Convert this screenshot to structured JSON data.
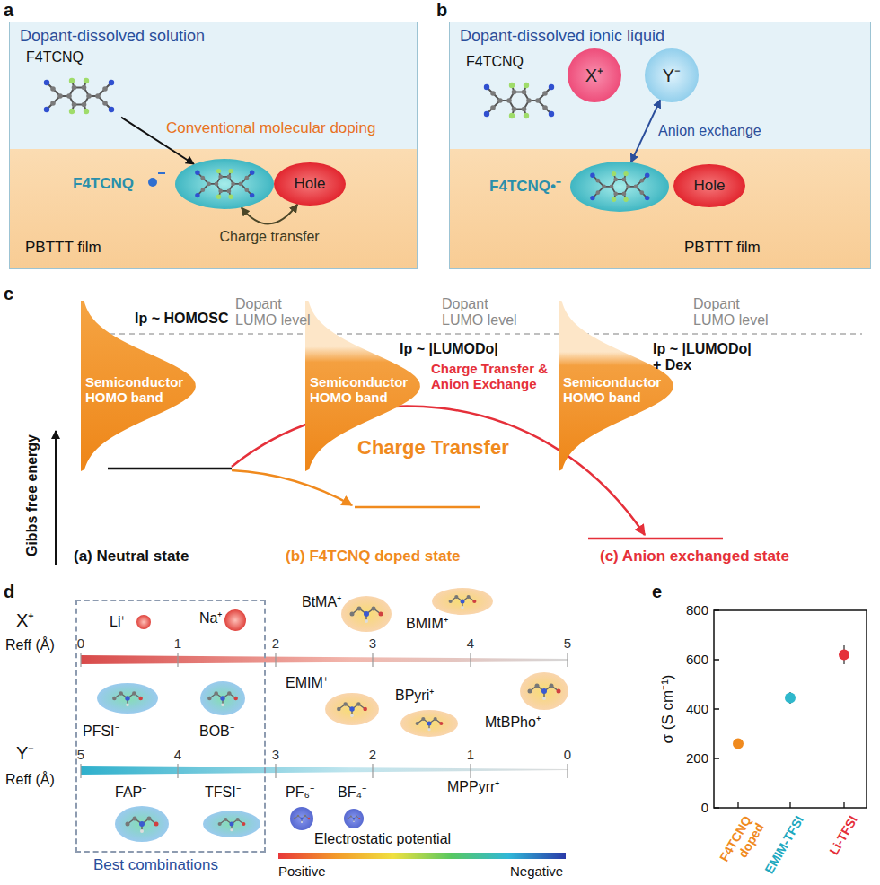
{
  "diagram": {
    "nodes": [
      {
        "text": [
          "Dopant-dissolved solution"
        ]
      },
      {
        "text": [
          "F4TCNQ"
        ],
        "in": 0
      },
      {
        "text": [
          "PBTTT film"
        ],
        "in": 0
      },
      {
        "text": [
          "F4TCNQ"
        ],
        "in": 2
      },
      {
        "text": [
          "Hole"
        ],
        "in": 2
      },
      {
        "text": [
          "Dopant-dissolved ionic liquid"
        ]
      },
      {
        "text": [
          "F4TCNQ"
        ],
        "in": 5
      },
      {
        "text": [
          "X⁺"
        ],
        "in": 5
      },
      {
        "text": [
          "Y⁻"
        ],
        "in": 5
      },
      {
        "text": [
          "PBTTT film"
        ],
        "in": 5
      },
      {
        "text": [
          "F4TCNQ•⁻"
        ],
        "in": 9
      },
      {
        "text": [
          "Hole"
        ],
        "in": 9
      },
      {
        "text": [
          "Semiconductor HOMO band"
        ]
      },
      {
        "text": [
          "Semiconductor HOMO band"
        ]
      },
      {
        "text": [
          "Semiconductor HOMO band"
        ]
      },
      {
        "text": [
          "Best combinations"
        ]
      }
    ],
    "edges": [
      {
        "from": 1,
        "to": 3,
        "arrow": "to"
      },
      {
        "from": 3,
        "to": 4,
        "arrow": "both",
        "label": "Charge transfer"
      },
      {
        "from": 8,
        "to": 10,
        "arrow": "both",
        "label": "Anion exchange"
      }
    ],
    "labels": [
      "a",
      "Conventional molecular doping",
      "b",
      "c",
      "Ip ~ HOMOSC",
      "Dopant LUMO level",
      "Ip ~ |LUMODo|",
      "Dopant LUMO level",
      "Ip ~ |LUMODo| + Dex",
      "Dopant LUMO level",
      "Charge Transfer & Anion Exchange",
      "Charge Transfer",
      "Gibbs free energy",
      "(a) Neutral state",
      "(b) F4TCNQ doped state",
      "(c) Anion exchanged state",
      "d",
      "X⁺",
      "Reff (Å)",
      "0",
      "1",
      "2",
      "3",
      "4",
      "5",
      "Li⁺",
      "Na⁺",
      "BtMA⁺",
      "BMIM⁺",
      "EMIM⁺",
      "BPyri⁺",
      "MtBPho⁺",
      "MPPyrr⁺",
      "Y⁻",
      "Reff (Å)",
      "5",
      "4",
      "3",
      "2",
      "1",
      "0",
      "PFSI⁻",
      "BOB⁻",
      "FAP⁻",
      "TFSI⁻",
      "PF₆⁻",
      "BF₄⁻",
      "Electrostatic potential",
      "Positive",
      "Negative",
      "e",
      "800",
      "600",
      "400",
      "200",
      "0",
      "σ (S cm⁻¹)",
      "F4TCNQ doped",
      "EMIM-TFSI",
      "Li-TFSI"
    ]
  }
}
